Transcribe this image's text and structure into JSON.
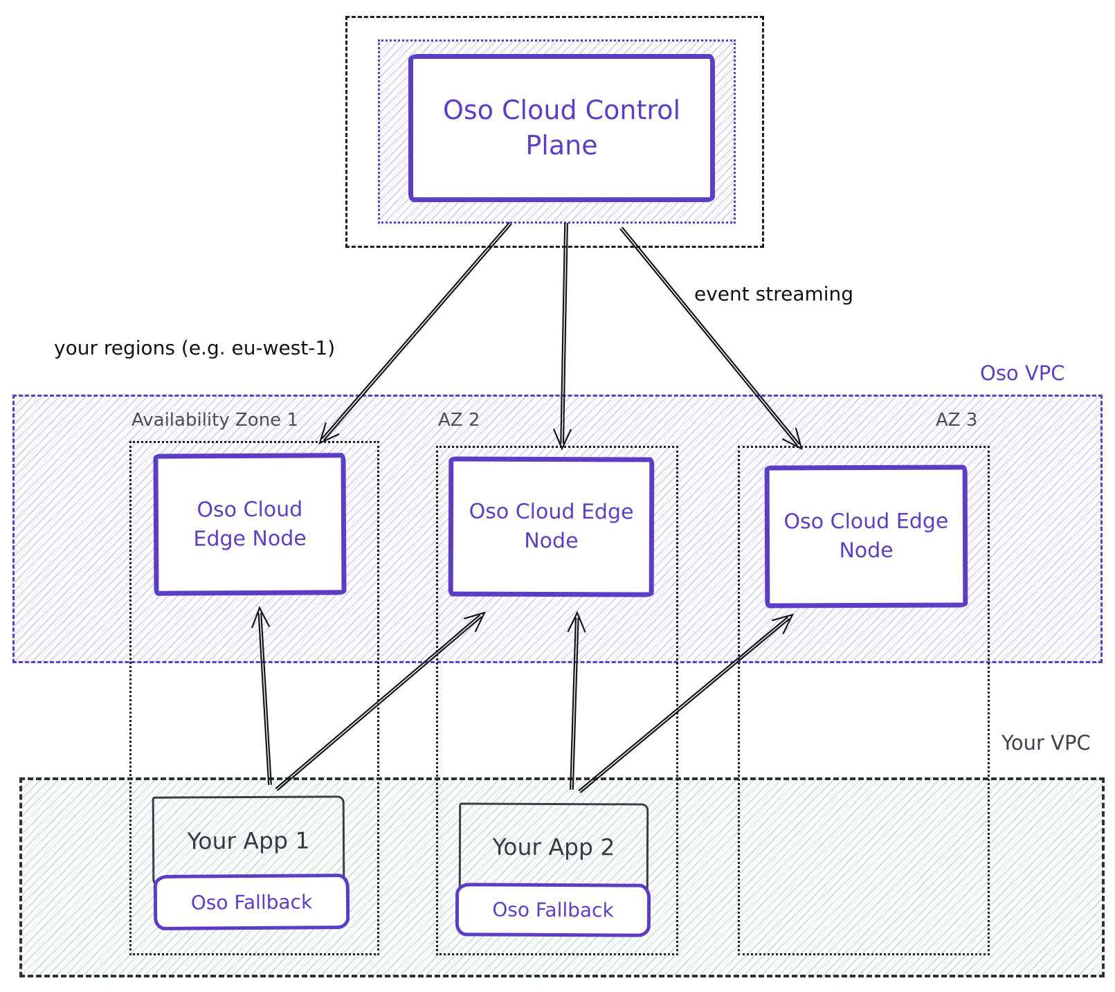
{
  "control_plane": {
    "label": "Oso Cloud Control Plane"
  },
  "annotations": {
    "event_streaming": "event streaming",
    "your_regions": "your regions (e.g. eu-west-1)"
  },
  "oso_vpc": {
    "label": "Oso VPC",
    "zones": [
      {
        "label": "Availability Zone 1",
        "node": "Oso Cloud Edge Node"
      },
      {
        "label": "AZ 2",
        "node": "Oso Cloud Edge Node"
      },
      {
        "label": "AZ 3",
        "node": "Oso Cloud Edge Node"
      }
    ]
  },
  "your_vpc": {
    "label": "Your VPC",
    "apps": [
      {
        "label": "Your App 1",
        "fallback": "Oso Fallback"
      },
      {
        "label": "Your App 2",
        "fallback": "Oso Fallback"
      }
    ]
  },
  "colors": {
    "purple": "#5c3ec5",
    "purple_hatch": "#b9aef0",
    "teal_hatch": "#8fbcb4",
    "ink": "#101114",
    "gray": "#474e55"
  }
}
